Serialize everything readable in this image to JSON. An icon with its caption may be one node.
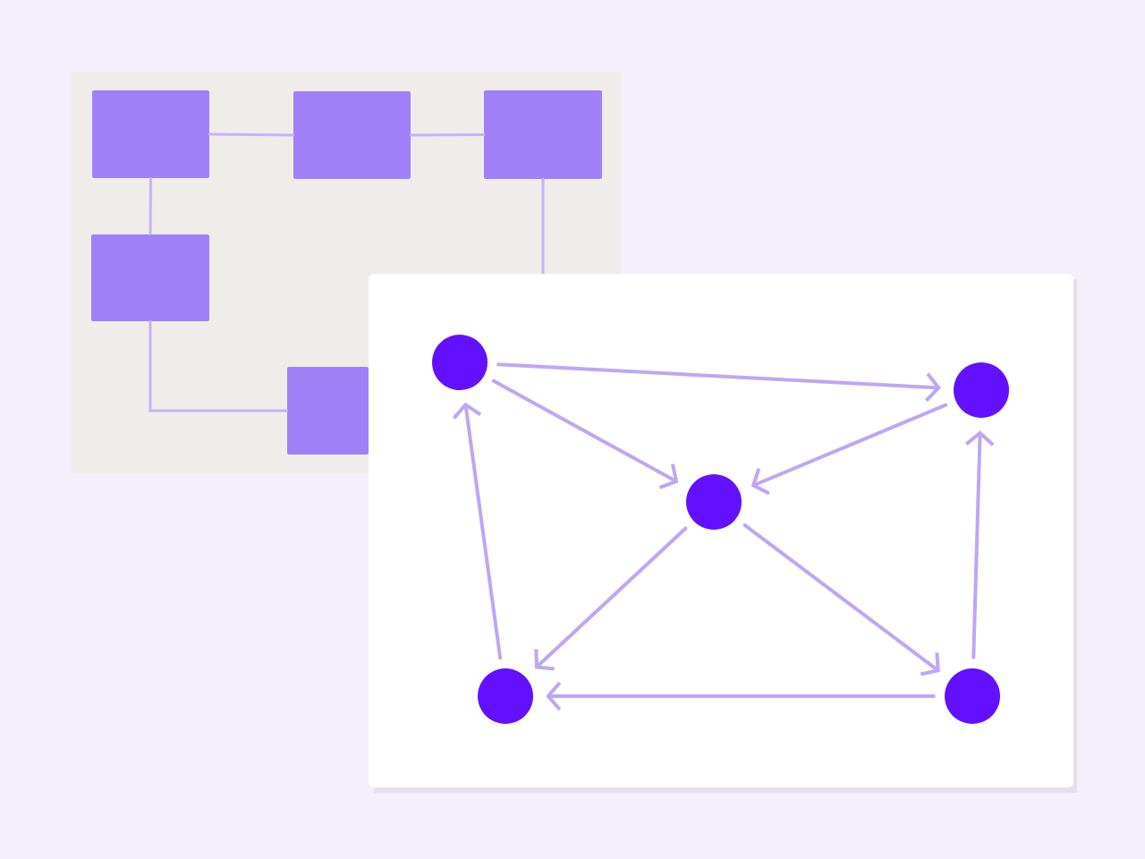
{
  "diagram": {
    "nodes": [
      {
        "text": [],
        "shape": "box"
      },
      {
        "text": [],
        "shape": "box"
      },
      {
        "text": [],
        "shape": "box"
      },
      {
        "text": [],
        "shape": "box"
      },
      {
        "text": [],
        "shape": "box"
      },
      {
        "text": [],
        "shape": "circle"
      },
      {
        "text": [],
        "shape": "circle"
      },
      {
        "text": [],
        "shape": "circle"
      },
      {
        "text": [],
        "shape": "circle"
      },
      {
        "text": [],
        "shape": "circle"
      }
    ],
    "edges": [
      {
        "from": 0,
        "to": 1,
        "arrow": "none"
      },
      {
        "from": 1,
        "to": 2,
        "arrow": "none"
      },
      {
        "from": 0,
        "to": 3,
        "arrow": "none"
      },
      {
        "from": 3,
        "to": 4,
        "arrow": "none"
      },
      {
        "from": 2,
        "to": null,
        "arrow": "none"
      },
      {
        "from": 5,
        "to": 6,
        "arrow": "to"
      },
      {
        "from": 5,
        "to": 7,
        "arrow": "to"
      },
      {
        "from": 6,
        "to": 7,
        "arrow": "to"
      },
      {
        "from": 7,
        "to": 8,
        "arrow": "to"
      },
      {
        "from": 7,
        "to": 9,
        "arrow": "to"
      },
      {
        "from": 9,
        "to": 8,
        "arrow": "to"
      },
      {
        "from": 8,
        "to": 5,
        "arrow": "to"
      },
      {
        "from": 9,
        "to": 6,
        "arrow": "to"
      }
    ]
  }
}
